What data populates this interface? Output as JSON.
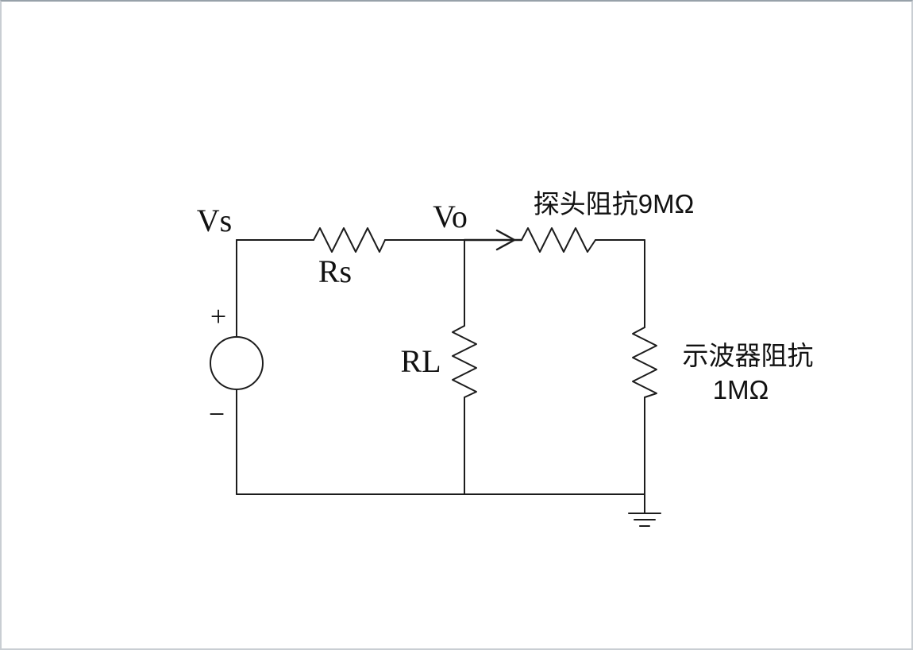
{
  "page": {
    "background": "#ffffff",
    "border_color": "#c9ced3",
    "line_color": "#1c1c1c"
  },
  "circuit": {
    "source_label": "Vs",
    "source_plus": "+",
    "source_minus": "−",
    "series_resistor_label": "Rs",
    "output_node_label": "Vo",
    "load_resistor_label": "RL",
    "probe_impedance_label": "探头阻抗9MΩ",
    "scope_impedance_label_line1": "示波器阻抗",
    "scope_impedance_label_line2": "1MΩ"
  }
}
